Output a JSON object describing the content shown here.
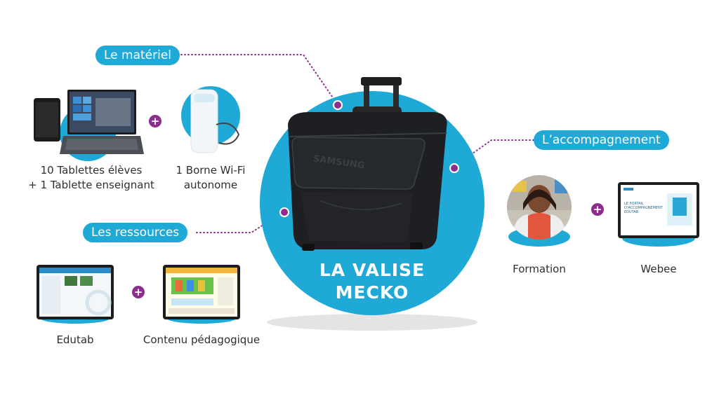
{
  "center": {
    "title_line1": "LA VALISE",
    "title_line2": "MECKO",
    "bag_brand": "SAMSUNG"
  },
  "labels": {
    "materiel": "Le matériel",
    "accompagnement": "L’accompagnement",
    "ressources": "Les ressources"
  },
  "materiel": {
    "tablets_line1": "10 Tablettes élèves",
    "tablets_line2": "+ 1 Tablette enseignant",
    "wifi_line1": "1 Borne Wi-Fi",
    "wifi_line2": "autonome"
  },
  "accompagnement": {
    "formation": "Formation",
    "webee": "Webee",
    "webee_screen": "LE PORTAIL D'ACCOMPAGNEMENT EDUTAB"
  },
  "ressources": {
    "edutab": "Edutab",
    "contenu": "Contenu pédagogique"
  },
  "colors": {
    "accent": "#1fa9d6",
    "plus": "#8d2e8f",
    "text": "#2f2f2f"
  }
}
